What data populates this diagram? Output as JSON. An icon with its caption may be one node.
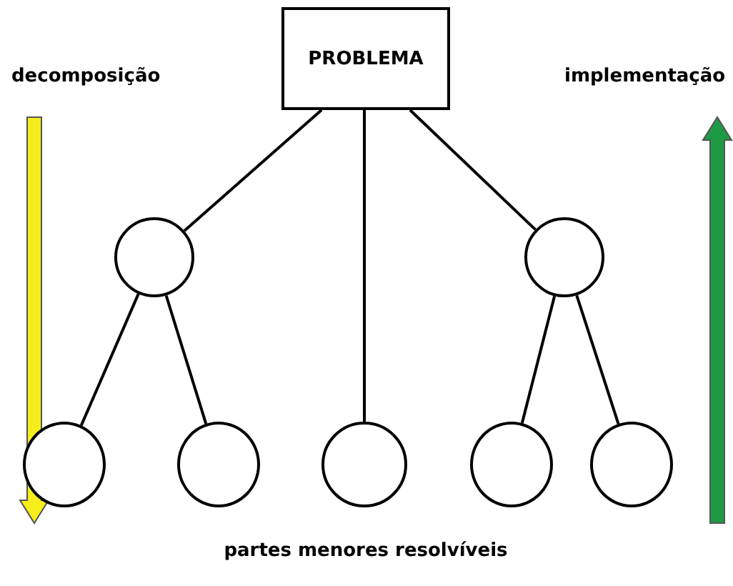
{
  "diagram": {
    "nodes": [
      {
        "text": [
          "PROBLEMA"
        ]
      },
      {
        "text": [],
        "shape": "circle"
      },
      {
        "text": [],
        "shape": "circle"
      },
      {
        "text": [],
        "shape": "circle"
      },
      {
        "text": [],
        "shape": "circle"
      },
      {
        "text": [],
        "shape": "circle"
      },
      {
        "text": [],
        "shape": "circle"
      },
      {
        "text": [],
        "shape": "circle"
      }
    ],
    "edges": [
      {
        "from": 0,
        "to": 1,
        "arrow": "none"
      },
      {
        "from": 0,
        "to": 5,
        "arrow": "none"
      },
      {
        "from": 0,
        "to": 2,
        "arrow": "none"
      },
      {
        "from": 1,
        "to": 3,
        "arrow": "none"
      },
      {
        "from": 1,
        "to": 4,
        "arrow": "none"
      },
      {
        "from": 2,
        "to": 6,
        "arrow": "none"
      },
      {
        "from": 2,
        "to": 7,
        "arrow": "none"
      }
    ],
    "labels": [
      "decomposição",
      "implementação",
      "partes menores resolvíveis"
    ]
  }
}
